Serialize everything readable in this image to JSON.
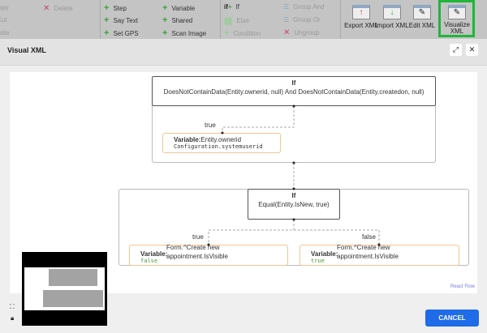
{
  "toolbar": {
    "clipboard": [
      {
        "label": "Copy",
        "icon": "copy-icon"
      },
      {
        "label": "Cut",
        "icon": "cut-icon"
      },
      {
        "label": "Paste",
        "icon": "paste-icon"
      }
    ],
    "delete": "Delete",
    "add_col1": [
      "Step",
      "Say Text",
      "Set GPS"
    ],
    "add_col2": [
      "Variable",
      "Shared",
      "Scan Image"
    ],
    "cond_col1": [
      "If",
      "Else",
      "Condition"
    ],
    "cond_col2": [
      "Group And",
      "Group Or",
      "Ungroup"
    ],
    "xml": [
      "Export XML",
      "Import XML",
      "Edit XML",
      "Visualize XML"
    ],
    "highlight_color": "#1fb63a"
  },
  "dialog": {
    "title": "Visual XML",
    "cancel": "CANCEL",
    "attribution": "React Flow",
    "nodes": {
      "if1": {
        "kw": "If",
        "expr": "DoesNotContainData(Entity.ownerid, null) And DoesNotContainData(Entity.createdon, null)"
      },
      "var1": {
        "kw": "Variable:",
        "name": "Entity.ownerid",
        "value": "Configuration.systemuserid",
        "edge": "true"
      },
      "if2": {
        "kw": "If",
        "expr": "Equal(Entity.IsNew, true)"
      },
      "var2": {
        "kw": "Variable:",
        "name": "Form.^Create new appointment.IsVisible",
        "value": "false",
        "edge": "true"
      },
      "var3": {
        "kw": "Variable:",
        "name": "Form.^Create new appointment.IsVisible",
        "value": "true",
        "edge": "false"
      }
    }
  }
}
